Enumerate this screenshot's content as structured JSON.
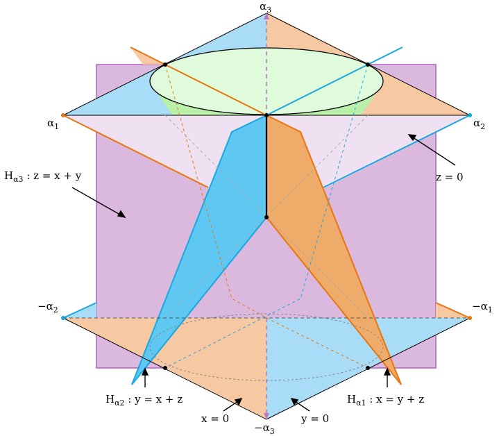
{
  "labels": {
    "alpha3": "α",
    "alpha3_sub": "3",
    "neg_alpha3": "−α",
    "neg_alpha3_sub": "3",
    "alpha1": "α",
    "alpha1_sub": "1",
    "alpha2": "α",
    "alpha2_sub": "2",
    "neg_alpha1": "−α",
    "neg_alpha1_sub": "1",
    "neg_alpha2": "−α",
    "neg_alpha2_sub": "2",
    "h3_H": "H",
    "h3_sub": "α3",
    "h3_eq": " : z = x + y",
    "h2_H": "H",
    "h2_sub": "α2",
    "h2_eq": " : y = x + z",
    "h1_H": "H",
    "h1_sub": "α1",
    "h1_eq": " : x = y + z",
    "z0": "z = 0",
    "x0": "x = 0",
    "y0": "y = 0"
  },
  "colors": {
    "blue": "#1aa7e0",
    "blue_fill": "#a9dcf7",
    "blue_dark_fill": "#5ec8f2",
    "orange": "#e8760f",
    "orange_fill": "#f6c9a2",
    "orange_dark_fill": "#efab6a",
    "purple": "#b878c4",
    "purple_fill": "#dbb8dd",
    "lilac_fill": "#efe1f1",
    "green_fill": "#b8f0aa",
    "ellipse_fill": "#e0fbdb"
  }
}
